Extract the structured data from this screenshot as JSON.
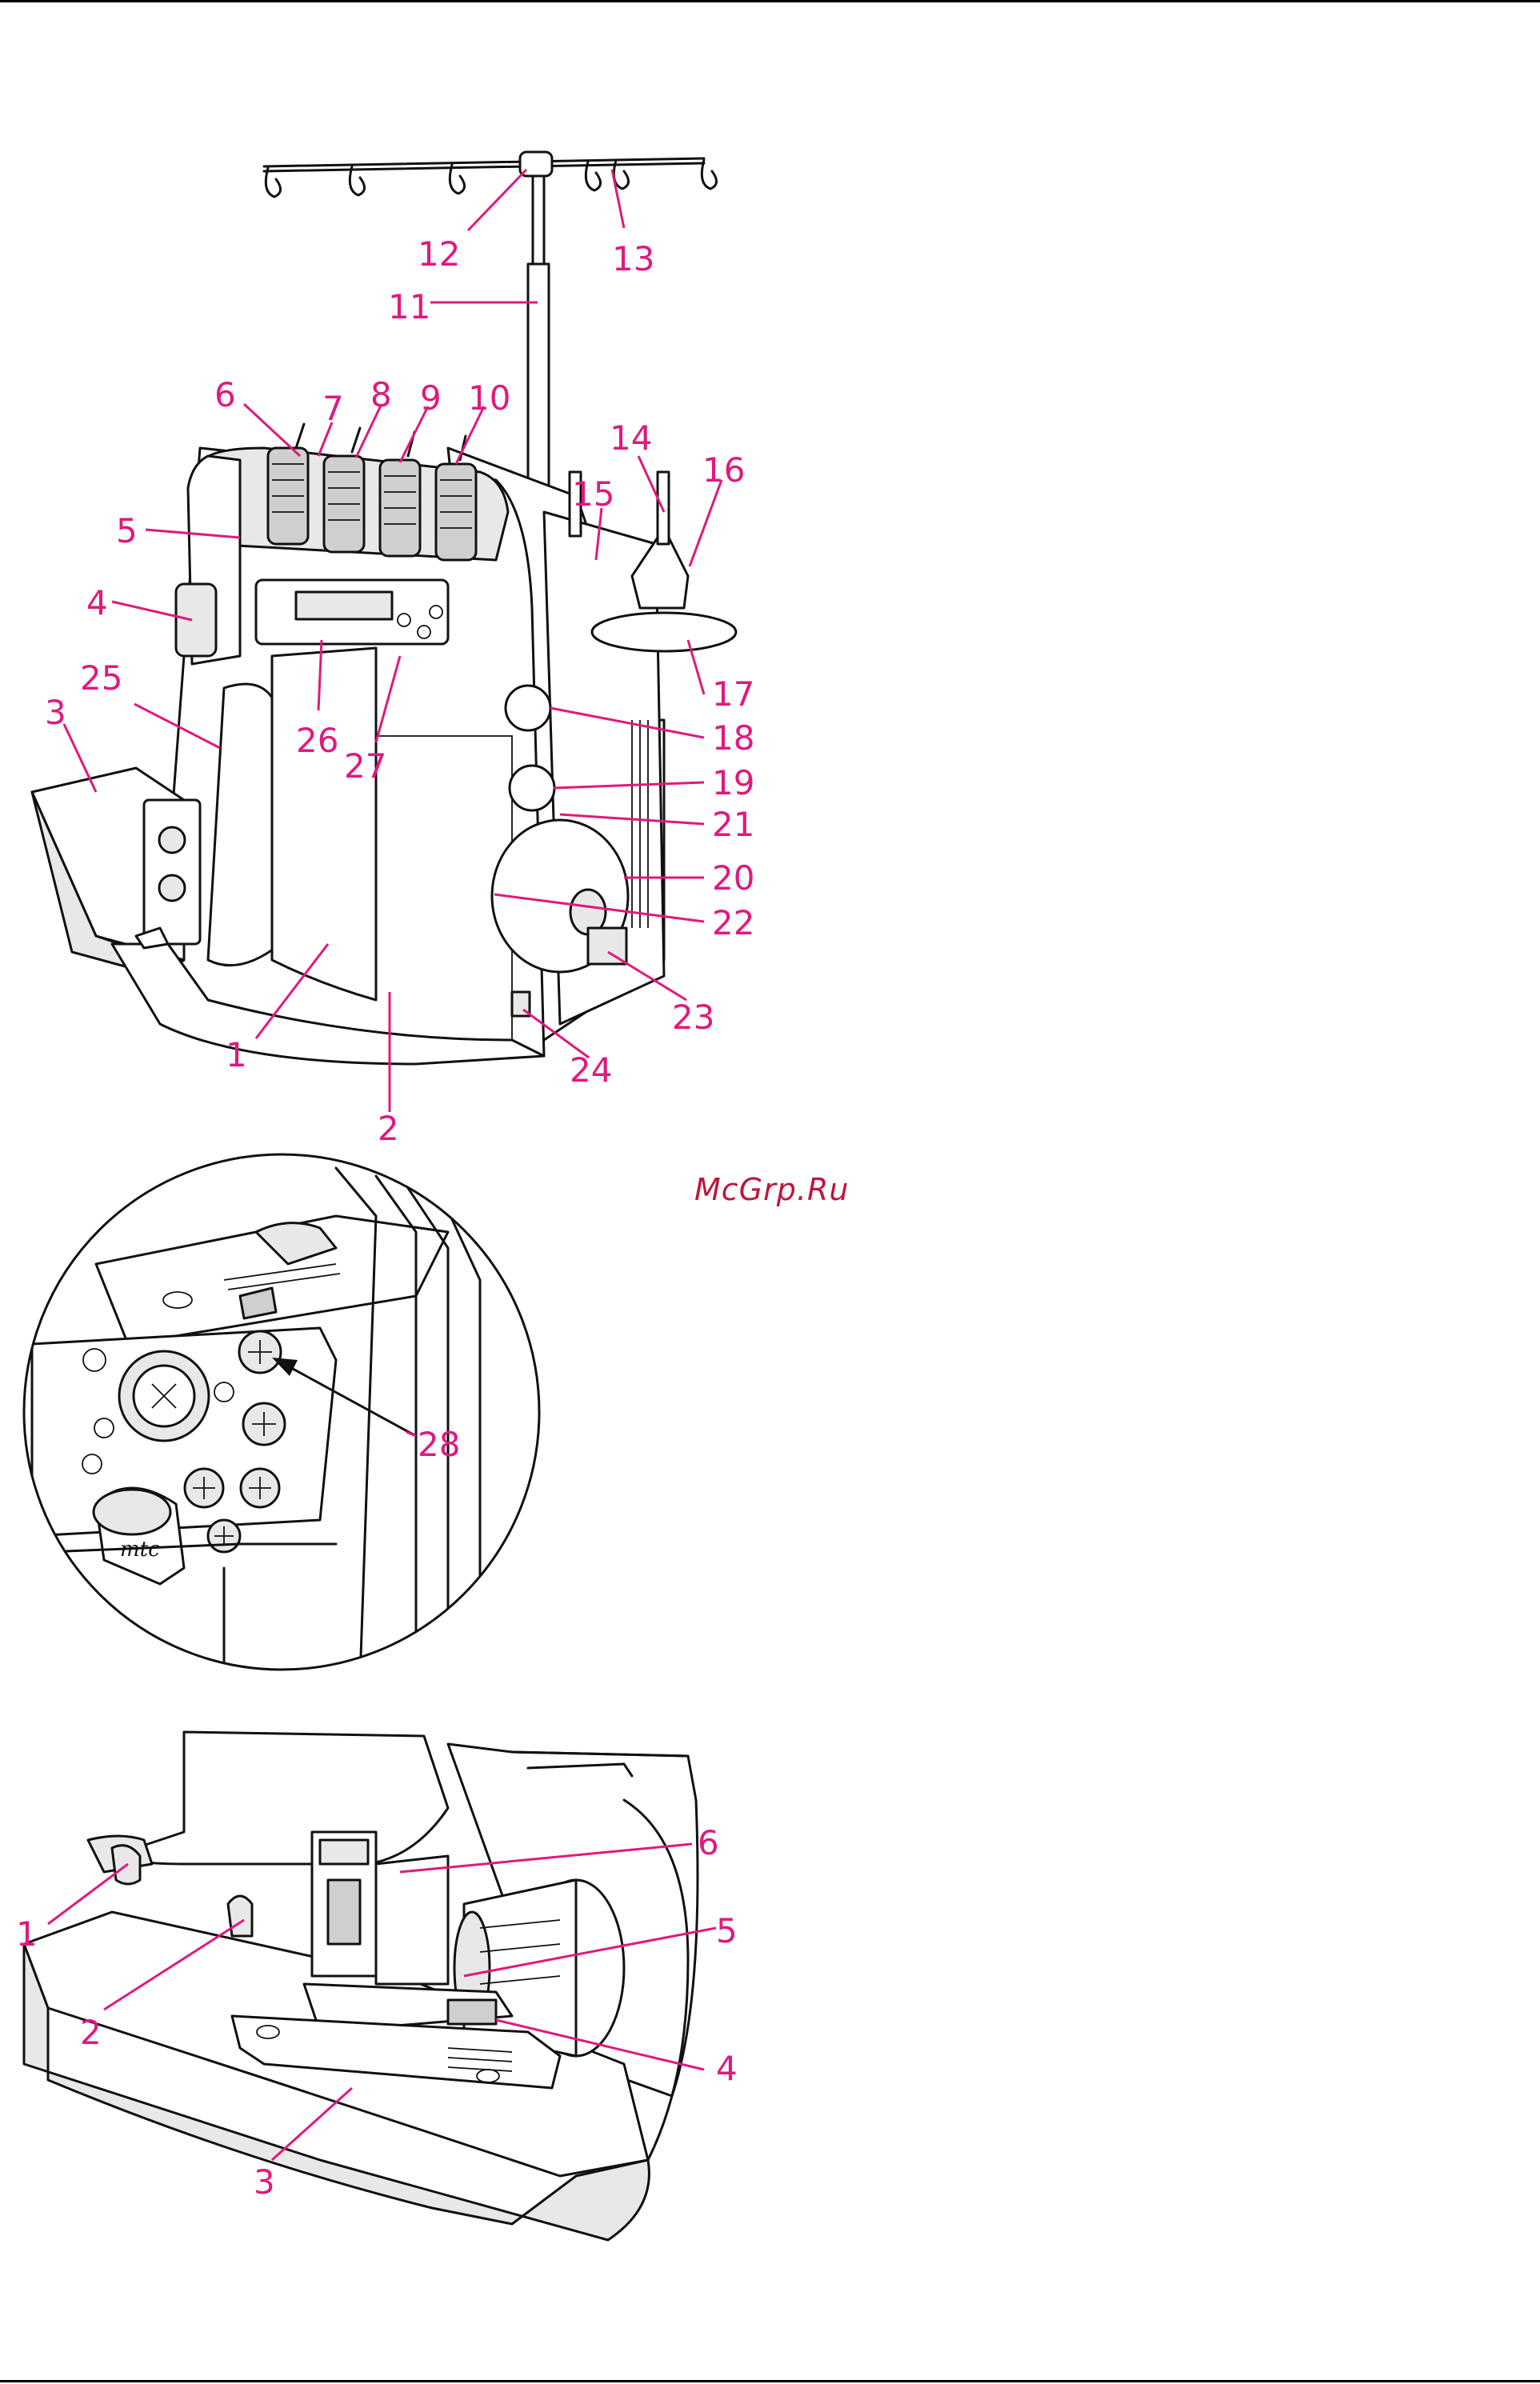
{
  "watermark": "McGrp.Ru",
  "colors": {
    "callout": "#e0197d",
    "watermark": "#c0163c",
    "line": "#111111"
  },
  "figure1": {
    "labels": [
      "1",
      "2",
      "3",
      "4",
      "5",
      "6",
      "7",
      "8",
      "9",
      "10",
      "11",
      "12",
      "13",
      "14",
      "15",
      "16",
      "17",
      "18",
      "19",
      "20",
      "21",
      "22",
      "23",
      "24",
      "25",
      "26",
      "27"
    ]
  },
  "figure2": {
    "labels": [
      "28"
    ],
    "dial_text": "mtc"
  },
  "figure3": {
    "labels": [
      "1",
      "2",
      "3",
      "4",
      "5",
      "6"
    ]
  }
}
